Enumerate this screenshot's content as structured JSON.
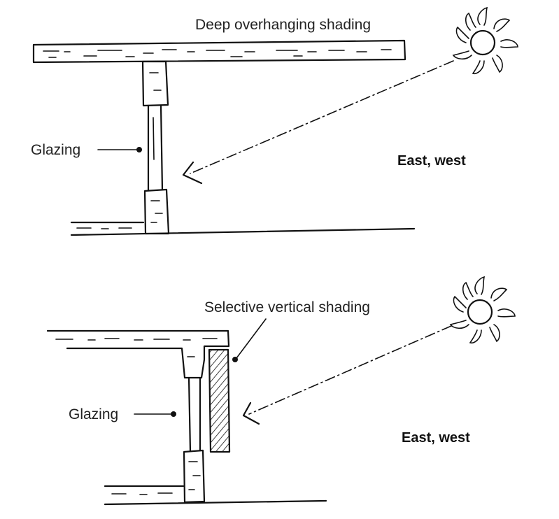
{
  "diagram_top": {
    "shading_label": "Deep overhanging shading",
    "glazing_label": "Glazing",
    "orientation_label": "East, west"
  },
  "diagram_bottom": {
    "shading_label": "Selective vertical shading",
    "glazing_label": "Glazing",
    "orientation_label": "East, west"
  }
}
